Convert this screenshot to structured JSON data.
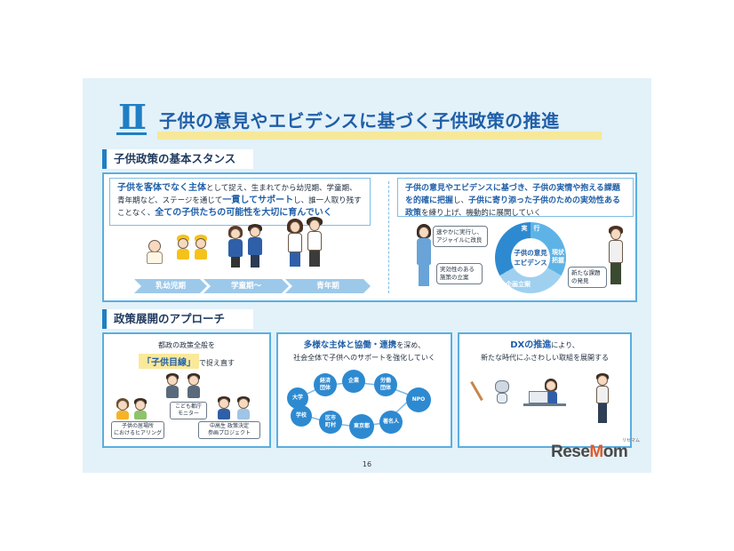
{
  "slide": {
    "numeral": "Ⅱ",
    "title": "子供の意見やエビデンスに基づく子供政策の推進",
    "page_number": "16"
  },
  "section1": {
    "header": "子供政策の基本スタンス",
    "left_text": {
      "part1_hl": "子供を客体でなく主体",
      "part2": "として捉え、生まれてから幼児期、学童期、青年期など、ステージを通じて",
      "part3_hl": "一貫してサポート",
      "part4": "し、誰一人取り残すことなく、",
      "part5_hl": "全ての子供たちの可能性を大切に育んでいく"
    },
    "stages": [
      "乳幼児期",
      "学童期〜",
      "青年期"
    ],
    "right_text": {
      "part1_hl": "子供の意見やエビデンスに基づき、子供の実情や抱える課題を的確に把握",
      "part2": "し、",
      "part3_hl": "子供に寄り添った子供のための実効性ある政策",
      "part4": "を練り上げ、機動的に展開していく"
    },
    "cycle": {
      "center": "子供の意見\nエビデンス",
      "top": "実　行",
      "right": "現状\n把握",
      "bottom": "企画立案",
      "notes": [
        "速やかに実行し、\nアジャイルに改良",
        "実効性のある\n施策の立案",
        "新たな課題\nの発見"
      ]
    }
  },
  "section2": {
    "header": "政策展開のアプローチ",
    "panel1": {
      "line1": "都政の政策全般を",
      "tag": "「子供目線」",
      "line2": "で捉え直す",
      "labels": [
        "こども都庁\nモニター",
        "子供の居場所\nにおけるヒアリング",
        "中高生 政策決定\n参画プロジェクト"
      ]
    },
    "panel2": {
      "line1_hl": "多様な主体と協働・連携",
      "line1": "を深め、",
      "line2": "社会全体で子供へのサポートを強化していく",
      "nodes": [
        "大学",
        "経済\n団体",
        "企業",
        "労働\n団体",
        "学校",
        "区市\n町村",
        "東京都",
        "著名人",
        "NPO"
      ]
    },
    "panel3": {
      "line1_hl": "DXの推進",
      "line1": "により、",
      "line2": "新たな時代にふさわしい取組を展開する"
    }
  },
  "watermark": {
    "logo": "ReseMom",
    "ruby": "リセマム"
  },
  "colors": {
    "background": "#e3f1f9",
    "accent": "#1f7fc4",
    "title": "#1f5fa8",
    "highlight": "#fbe99a"
  }
}
